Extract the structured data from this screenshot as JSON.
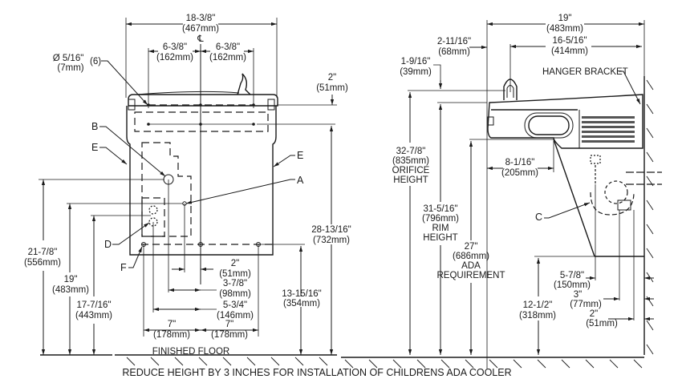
{
  "drawing": {
    "type": "Wall-mounted drinking fountain installation drawing",
    "footer_note": "REDUCE HEIGHT BY 3 INCHES FOR INSTALLATION OF CHILDRENS ADA COOLER",
    "front_view": {
      "centerline_symbol": "℄",
      "overall_width": {
        "in": "18-3/8\"",
        "mm": "(467mm)"
      },
      "left_hole_offset": {
        "in": "6-3/8\"",
        "mm": "(162mm)"
      },
      "right_hole_offset": {
        "in": "6-3/8\"",
        "mm": "(162mm)"
      },
      "hole_diameter": {
        "in": "Ø 5/16\"",
        "mm": "(7mm)",
        "count": "(6)"
      },
      "top_hole_drop": {
        "in": "2\"",
        "mm": "(51mm)"
      },
      "top_hole_height": {
        "in": "28-13/16\"",
        "mm": "(732mm)"
      },
      "lower_hole_height": {
        "in": "13-15/16\"",
        "mm": "(354mm)"
      },
      "b_height": {
        "in": "21-7/8\"",
        "mm": "(556mm)"
      },
      "a_height": {
        "in": "19\"",
        "mm": "(483mm)"
      },
      "d_height": {
        "in": "17-7/16\"",
        "mm": "(443mm)"
      },
      "a_offset": {
        "in": "2\"",
        "mm": "(51mm)"
      },
      "b_offset": {
        "in": "3-7/8\"",
        "mm": "(98mm)"
      },
      "d_offset": {
        "in": "5-3/4\"",
        "mm": "(146mm)"
      },
      "left_lower_offset": {
        "in": "7\"",
        "mm": "(178mm)"
      },
      "right_lower_offset": {
        "in": "7\"",
        "mm": "(178mm)"
      },
      "floor_label": "FINISHED FLOOR",
      "callouts": [
        "A",
        "B",
        "D",
        "E",
        "E",
        "F"
      ]
    },
    "side_view": {
      "overall_depth": {
        "in": "19\"",
        "mm": "(483mm)"
      },
      "bubbler_offset": {
        "in": "2-11/16\"",
        "mm": "(68mm)"
      },
      "bubbler_to_wall": {
        "in": "16-5/16\"",
        "mm": "(414mm)"
      },
      "bubbler_height": {
        "in": "1-9/16\"",
        "mm": "(39mm)"
      },
      "hanger_label": "HANGER BRACKET",
      "orifice_height": {
        "in": "32-7/8\"",
        "mm": "(835mm)",
        "l1": "ORIFICE",
        "l2": "HEIGHT"
      },
      "rim_height": {
        "in": "31-5/16\"",
        "mm": "(796mm)",
        "l1": "RIM",
        "l2": "HEIGHT"
      },
      "ada_height": {
        "in": "27\"",
        "mm": "(686mm)",
        "l1": "ADA",
        "l2": "REQUIREMENT"
      },
      "knee_depth": {
        "in": "8-1/16\"",
        "mm": "(205mm)"
      },
      "bottom_height": {
        "in": "12-1/2\"",
        "mm": "(318mm)"
      },
      "waste_offset": {
        "in": "5-7/8\"",
        "mm": "(150mm)"
      },
      "supply_offset": {
        "in": "3\"",
        "mm": "(77mm)"
      },
      "valve_offset": {
        "in": "2\"",
        "mm": "(51mm)"
      },
      "callout_c": "C"
    }
  }
}
